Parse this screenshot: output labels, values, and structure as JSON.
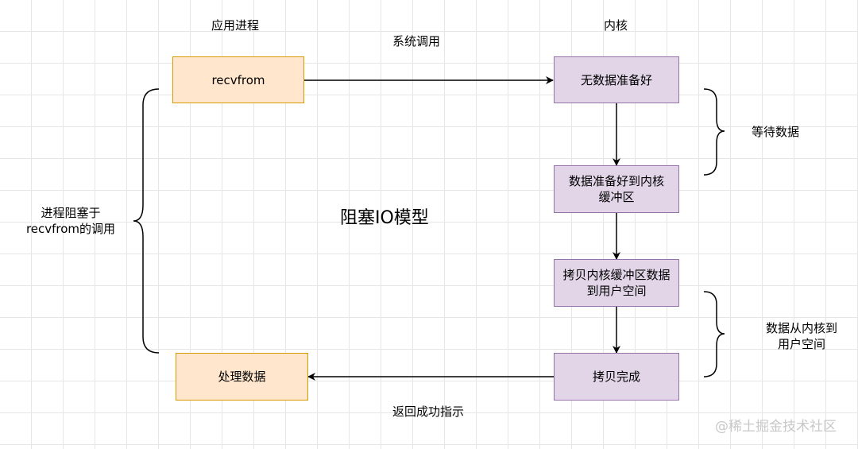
{
  "headers": {
    "app_process": "应用进程",
    "kernel": "内核"
  },
  "labels": {
    "syscall": "系统调用",
    "return_success": "返回成功指示",
    "wait_data": "等待数据",
    "copy_data_line1": "数据从内核到",
    "copy_data_line2": "用户空间",
    "blocked_line1": "进程阻塞于",
    "blocked_line2": "recvfrom的调用"
  },
  "title": "阻塞IO模型",
  "boxes": {
    "recvfrom": "recvfrom",
    "process_data": "处理数据",
    "no_data_ready": "无数据准备好",
    "data_ready_line1": "数据准备好到内核",
    "data_ready_line2": "缓冲区",
    "copy_line1": "拷贝内核缓冲区数据",
    "copy_line2": "到用户空间",
    "copy_done": "拷贝完成"
  },
  "watermark": "@稀土掘金技术社区",
  "colors": {
    "orange_fill": "#ffe6cc",
    "orange_border": "#d79b00",
    "purple_fill": "#e1d5e7",
    "purple_border": "#9673a6"
  }
}
